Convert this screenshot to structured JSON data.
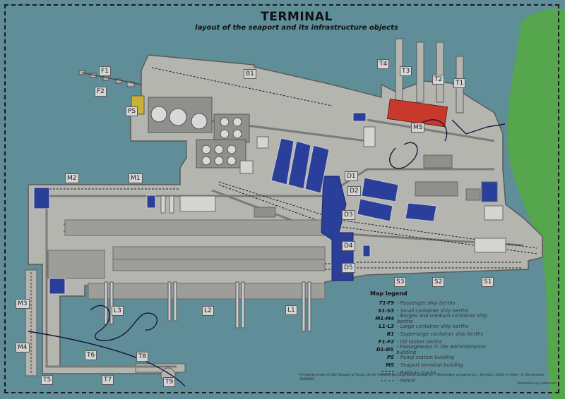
{
  "header": {
    "title": "TERMINAL",
    "subtitle": "layout of the seaport and its infrastructure objects"
  },
  "colors": {
    "sea": "#5f8e98",
    "land": "#b5b5b0",
    "green_area": "#56a64e",
    "container_blue": "#2a3f9a",
    "terminal_red": "#c8392b",
    "pump_yellow": "#c8b030",
    "road": "#7a7a78"
  },
  "labels": {
    "F1": "F1",
    "F2": "F2",
    "B1": "B1",
    "PS": "PS",
    "T1": "T1",
    "T2": "T2",
    "T3": "T3",
    "T4": "T4",
    "MS": "MS",
    "M1": "M1",
    "M2": "M2",
    "M3": "M3",
    "M4": "M4",
    "D1": "D1",
    "D2": "D2",
    "D3": "D3",
    "D4": "D4",
    "D5": "D5",
    "S1": "S1",
    "S2": "S2",
    "S3": "S3",
    "L1": "L1",
    "L2": "L2",
    "L3": "L3",
    "T5": "T5",
    "T6": "T6",
    "T7": "T7",
    "T8": "T8",
    "T9": "T9"
  },
  "legend": {
    "title": "Map legend",
    "items": [
      {
        "code": "T1-T9",
        "text": "- Passenger ship berths"
      },
      {
        "code": "S1-S3",
        "text": "- Small container ship berths"
      },
      {
        "code": "M1-M4",
        "text": "- Barges and medium container ship berths"
      },
      {
        "code": "L1-L3",
        "text": "- Large container ship berths"
      },
      {
        "code": "B1",
        "text": "- Super-large container ship berths"
      },
      {
        "code": "F1-F2",
        "text": "- Oil tanker berths"
      },
      {
        "code": "D1-D5",
        "text": "- Passageways in the administration building"
      },
      {
        "code": "PS",
        "text": "- Pump station building"
      },
      {
        "code": "MS",
        "text": "- Seaport terminal building"
      },
      {
        "code": "",
        "text": "- Railway tracks"
      },
      {
        "code": "",
        "text": "- Fence"
      }
    ]
  },
  "credits": {
    "line1": "Printed by order of GSC Seaport of Turkis, at the Tarkorov printing house. Design by I. Shimenkov, prepared by I. Seryshin. Editor-in-Chief - R. Zemenman. 35/00001",
    "line2": "Promotion by Lettor.com"
  }
}
